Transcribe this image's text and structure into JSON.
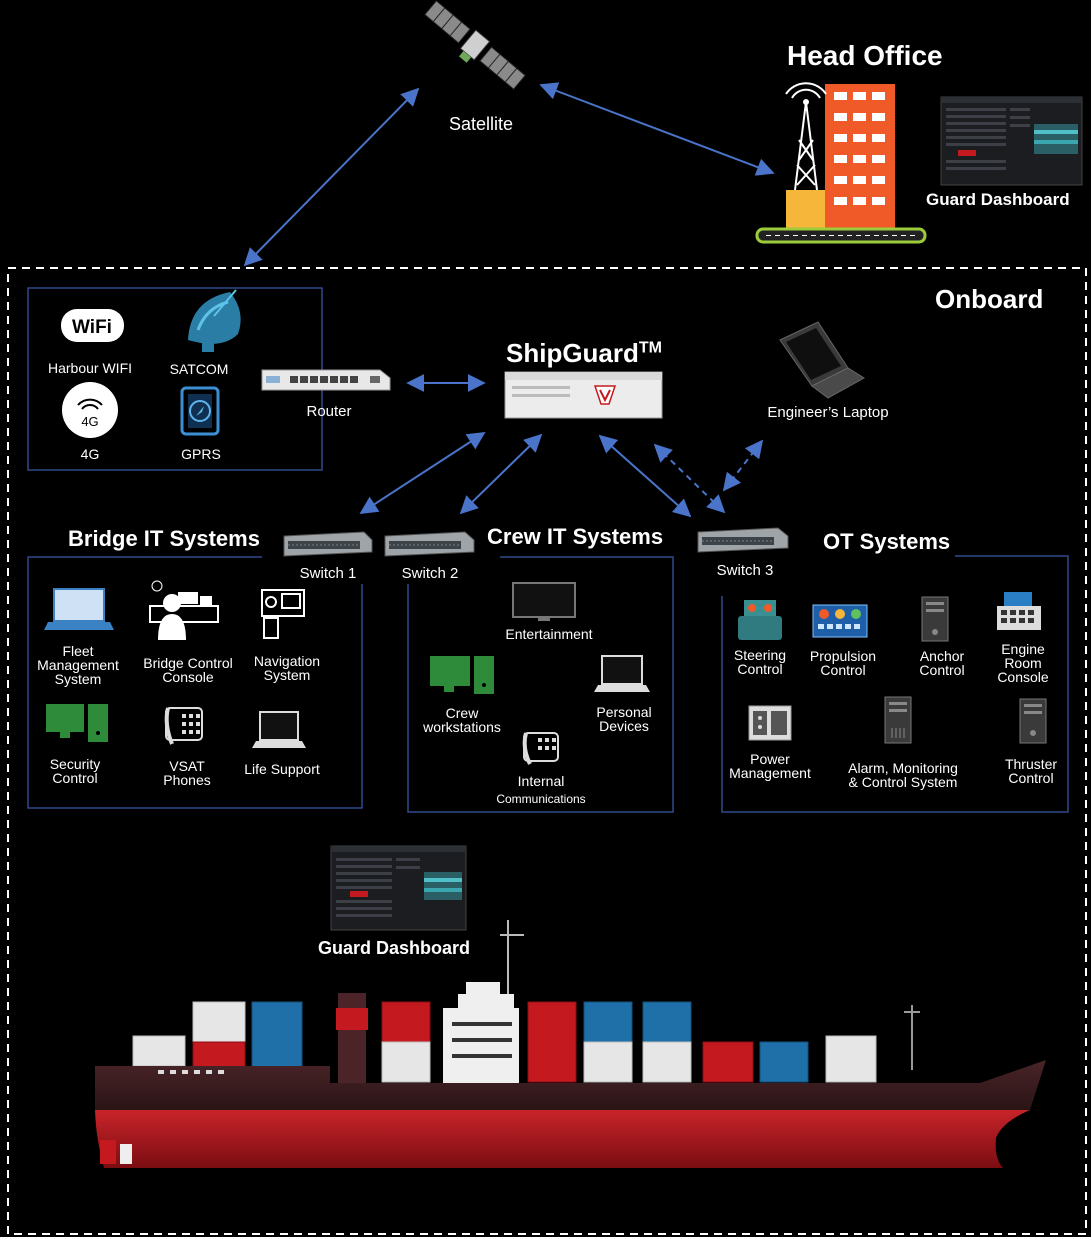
{
  "satellite": {
    "label": "Satellite"
  },
  "head_office": {
    "title": "Head Office",
    "dashboard_label": "Guard Dashboard"
  },
  "onboard": {
    "title": "Onboard"
  },
  "connectivity": {
    "items": [
      {
        "label": "Harbour WIFI",
        "icon": "wifi-icon",
        "icon_text": "WiFi"
      },
      {
        "label": "SATCOM",
        "icon": "satcom-dish-icon"
      },
      {
        "label": "4G",
        "icon": "4g-icon",
        "icon_text": "4G"
      },
      {
        "label": "GPRS",
        "icon": "gprs-icon"
      }
    ]
  },
  "router": {
    "label": "Router"
  },
  "shipguard": {
    "title": "ShipGuard",
    "tm": "TM"
  },
  "laptop": {
    "label": "Engineer’s  Laptop"
  },
  "switches": [
    {
      "label": "Switch  1"
    },
    {
      "label": "Switch  2"
    },
    {
      "label": "Switch  3"
    }
  ],
  "bridge": {
    "title": "Bridge  IT Systems",
    "items": [
      {
        "label_1": "Fleet",
        "label_2": "Management",
        "label_3": "System"
      },
      {
        "label_1": "Bridge Control",
        "label_2": "Console"
      },
      {
        "label_1": "Navigation",
        "label_2": "System"
      },
      {
        "label_1": "Security",
        "label_2": "Control"
      },
      {
        "label_1": "VSAT",
        "label_2": "Phones"
      },
      {
        "label_1": "Life Support"
      }
    ]
  },
  "crew": {
    "title": "Crew IT Systems",
    "items": [
      {
        "label_1": "Entertainment"
      },
      {
        "label_1": "Crew",
        "label_2": "workstations"
      },
      {
        "label_1": "Personal",
        "label_2": "Devices"
      },
      {
        "label_1": "Internal",
        "label_2": "Communications"
      }
    ]
  },
  "ot": {
    "title": "OT Systems",
    "items": [
      {
        "label_1": "Steering",
        "label_2": "Control"
      },
      {
        "label_1": "Propulsion",
        "label_2": "Control"
      },
      {
        "label_1": "Anchor",
        "label_2": "Control"
      },
      {
        "label_1": "Engine",
        "label_2": "Room",
        "label_3": "Console"
      },
      {
        "label_1": "Power",
        "label_2": "Management"
      },
      {
        "label_1": "Alarm, Monitoring",
        "label_2": "& Control System"
      },
      {
        "label_1": "Thruster",
        "label_2": "Control"
      }
    ]
  },
  "ship_dashboard": {
    "label": "Guard Dashboard"
  },
  "colors": {
    "arrow": "#4a74c9",
    "box_border": "#2f4a8a",
    "accent_red": "#c41a1f",
    "container_blue": "#1f6fa8",
    "building_orange": "#f05a28"
  }
}
